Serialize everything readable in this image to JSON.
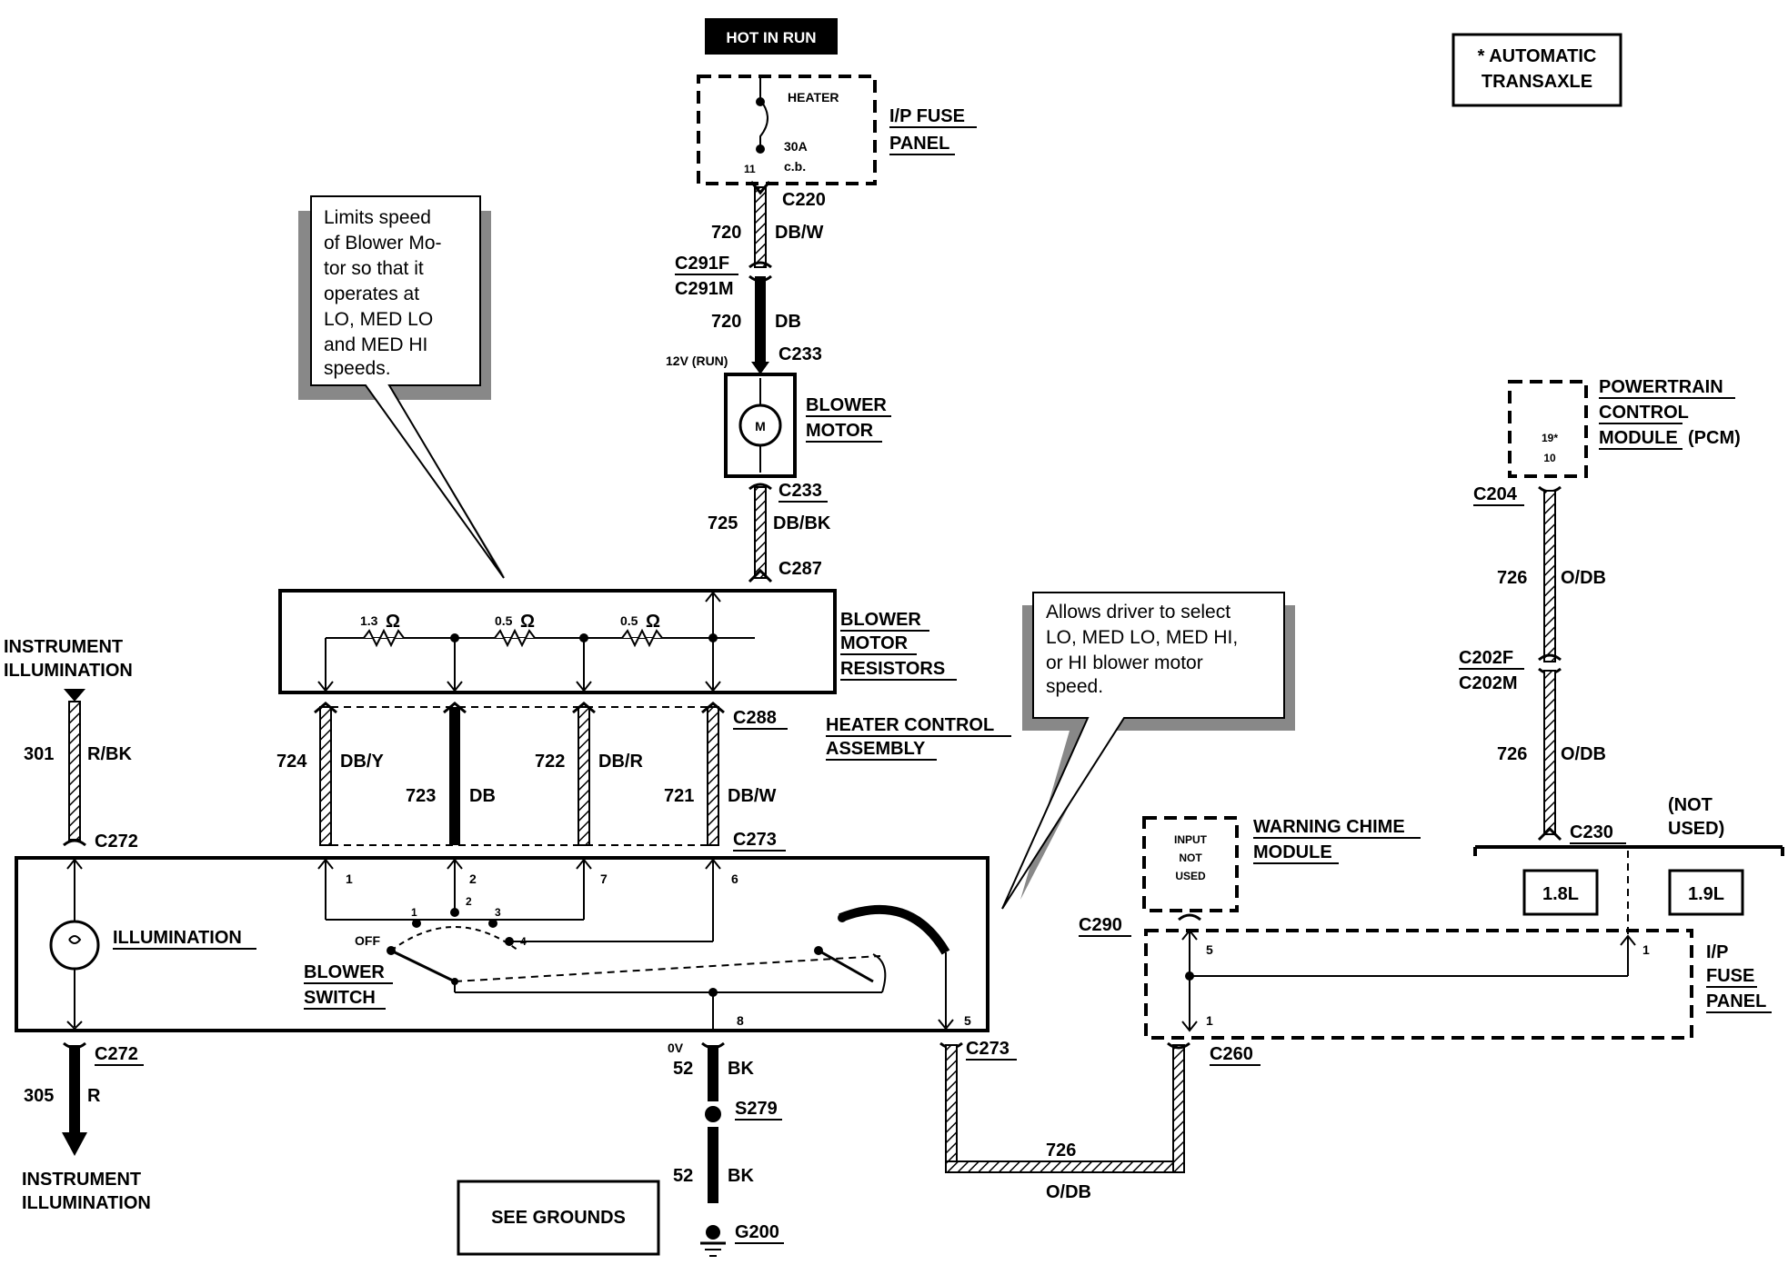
{
  "diagram": {
    "power_source": "HOT IN RUN",
    "legend": {
      "line1": "* AUTOMATIC",
      "line2": "TRANSAXLE"
    },
    "fuse_panel_top": {
      "label_line1": "I/P FUSE",
      "label_line2": "PANEL",
      "breaker_name": "HEATER",
      "breaker_rating": "30A",
      "breaker_type": "c.b.",
      "pin": "11"
    },
    "connectors": {
      "c220": "C220",
      "c291f": "C291F",
      "c291m": "C291M",
      "c233_top": "C233",
      "c233_bottom": "C233",
      "c287": "C287",
      "c288": "C288",
      "c273_top": "C273",
      "c273_bottom": "C273",
      "c272_top": "C272",
      "c272_bottom": "C272",
      "c204": "C204",
      "c202f": "C202F",
      "c202m": "C202M",
      "c230": "C230",
      "c290": "C290",
      "c260": "C260",
      "s279": "S279",
      "g200": "G200"
    },
    "voltage_12v": "12V (RUN)",
    "voltage_0v": "0V",
    "blower_motor": {
      "line1": "BLOWER",
      "line2": "MOTOR",
      "symbol": "M"
    },
    "resistors": {
      "label_line1": "BLOWER",
      "label_line2": "MOTOR",
      "label_line3": "RESISTORS",
      "r1": "1.3",
      "r2": "0.5",
      "r3": "0.5",
      "ohm": "Ω"
    },
    "heater_control": {
      "line1": "HEATER CONTROL",
      "line2": "ASSEMBLY"
    },
    "illumination_top": {
      "line1": "INSTRUMENT",
      "line2": "ILLUMINATION"
    },
    "illumination_bottom": {
      "line1": "INSTRUMENT",
      "line2": "ILLUMINATION"
    },
    "illumination_lamp": "ILLUMINATION",
    "blower_switch": {
      "line1": "BLOWER",
      "line2": "SWITCH",
      "off": "OFF",
      "p1": "1",
      "p2": "2",
      "p3": "3",
      "p4": "4"
    },
    "switch_pins": {
      "p1": "1",
      "p2": "2",
      "p7": "7",
      "p6": "6",
      "p8": "8",
      "p5": "5"
    },
    "wires": {
      "w720a": {
        "num": "720",
        "color": "DB/W"
      },
      "w720b": {
        "num": "720",
        "color": "DB"
      },
      "w725": {
        "num": "725",
        "color": "DB/BK"
      },
      "w724": {
        "num": "724",
        "color": "DB/Y"
      },
      "w723": {
        "num": "723",
        "color": "DB"
      },
      "w722": {
        "num": "722",
        "color": "DB/R"
      },
      "w721": {
        "num": "721",
        "color": "DB/W"
      },
      "w301": {
        "num": "301",
        "color": "R/BK"
      },
      "w305": {
        "num": "305",
        "color": "R"
      },
      "w52a": {
        "num": "52",
        "color": "BK"
      },
      "w52b": {
        "num": "52",
        "color": "BK"
      },
      "w726a": {
        "num": "726",
        "color": "O/DB"
      },
      "w726b": {
        "num": "726",
        "color": "O/DB"
      },
      "w726c": {
        "num": "726",
        "color": "O/DB"
      }
    },
    "callout_resistors": {
      "lines": [
        "Limits speed",
        "of Blower Mo-",
        "tor so that it",
        "operates at",
        "LO, MED LO",
        "and MED HI",
        "speeds."
      ]
    },
    "callout_switch": {
      "lines": [
        "Allows driver to select",
        "LO, MED LO, MED HI,",
        "or HI blower motor",
        "speed."
      ]
    },
    "pcm": {
      "line1": "POWERTRAIN",
      "line2": "CONTROL",
      "line3": "MODULE",
      "suffix": "(PCM)",
      "pin_a": "19*",
      "pin_b": "10"
    },
    "not_used": {
      "line1": "(NOT",
      "line2": "USED)"
    },
    "engine_1_8": "1.8L",
    "engine_1_9": "1.9L",
    "chime": {
      "line1": "WARNING CHIME",
      "line2": "MODULE",
      "input1": "INPUT",
      "input2": "NOT",
      "input3": "USED"
    },
    "fuse_panel_right": {
      "line1": "I/P",
      "line2": "FUSE",
      "line3": "PANEL",
      "pin5": "5",
      "pin1": "1",
      "pin1b": "1"
    },
    "see_grounds": "SEE GROUNDS"
  }
}
